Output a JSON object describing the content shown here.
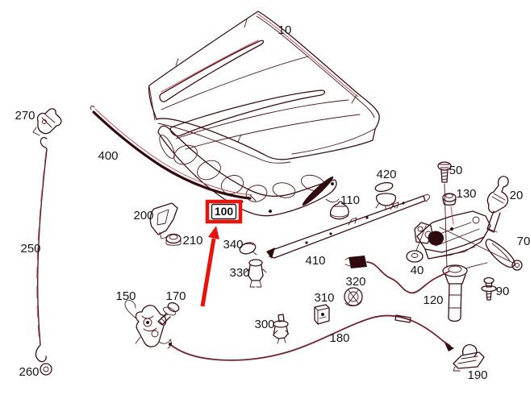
{
  "page": {
    "background_color": "#ffffff"
  },
  "diagram": {
    "description": "Exploded parts diagram of a vehicle hood assembly",
    "line_color": "#3b0f15",
    "accent_line_color": "#c4535c",
    "label_color": "#161616",
    "highlighted_part": "100",
    "part_numbers": [
      "10",
      "20",
      "40",
      "50",
      "70",
      "90",
      "100",
      "110",
      "120",
      "130",
      "150",
      "170",
      "180",
      "190",
      "200",
      "210",
      "250",
      "260",
      "270",
      "300",
      "310",
      "320",
      "330",
      "340",
      "400",
      "410",
      "420"
    ]
  },
  "annotation": {
    "type": "box-and-arrow",
    "target_part": "100",
    "color": "#e8130c",
    "inner_border_color": "#1a1a1a"
  },
  "labels": {
    "p10": "10",
    "p20": "20",
    "p40": "40",
    "p50": "50",
    "p70": "70",
    "p90": "90",
    "p100": "100",
    "p110": "110",
    "p120": "120",
    "p130": "130",
    "p150": "150",
    "p170": "170",
    "p180": "180",
    "p190": "190",
    "p200": "200",
    "p210": "210",
    "p250": "250",
    "p260": "260",
    "p270": "270",
    "p300": "300",
    "p310": "310",
    "p320": "320",
    "p330": "330",
    "p340": "340",
    "p400": "400",
    "p410": "410",
    "p420": "420"
  }
}
